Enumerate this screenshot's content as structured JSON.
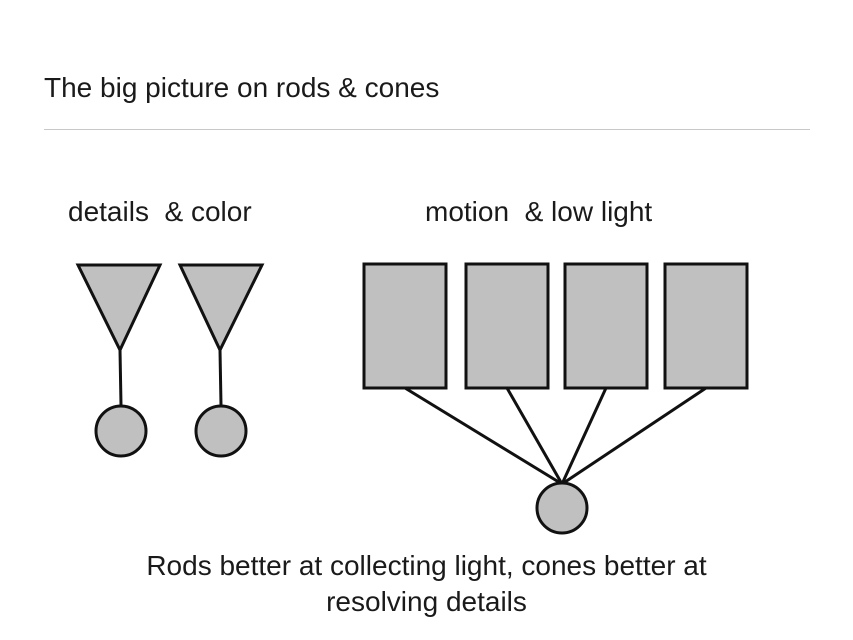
{
  "slide": {
    "title": "The big picture on rods & cones",
    "cones_label": "details  & color",
    "rods_label": "motion  & low light",
    "caption_line1": "Rods better at collecting light, cones better at",
    "caption_line2": "resolving details"
  },
  "colors": {
    "shape_fill": "#c0c0c0",
    "stroke": "#111111"
  }
}
